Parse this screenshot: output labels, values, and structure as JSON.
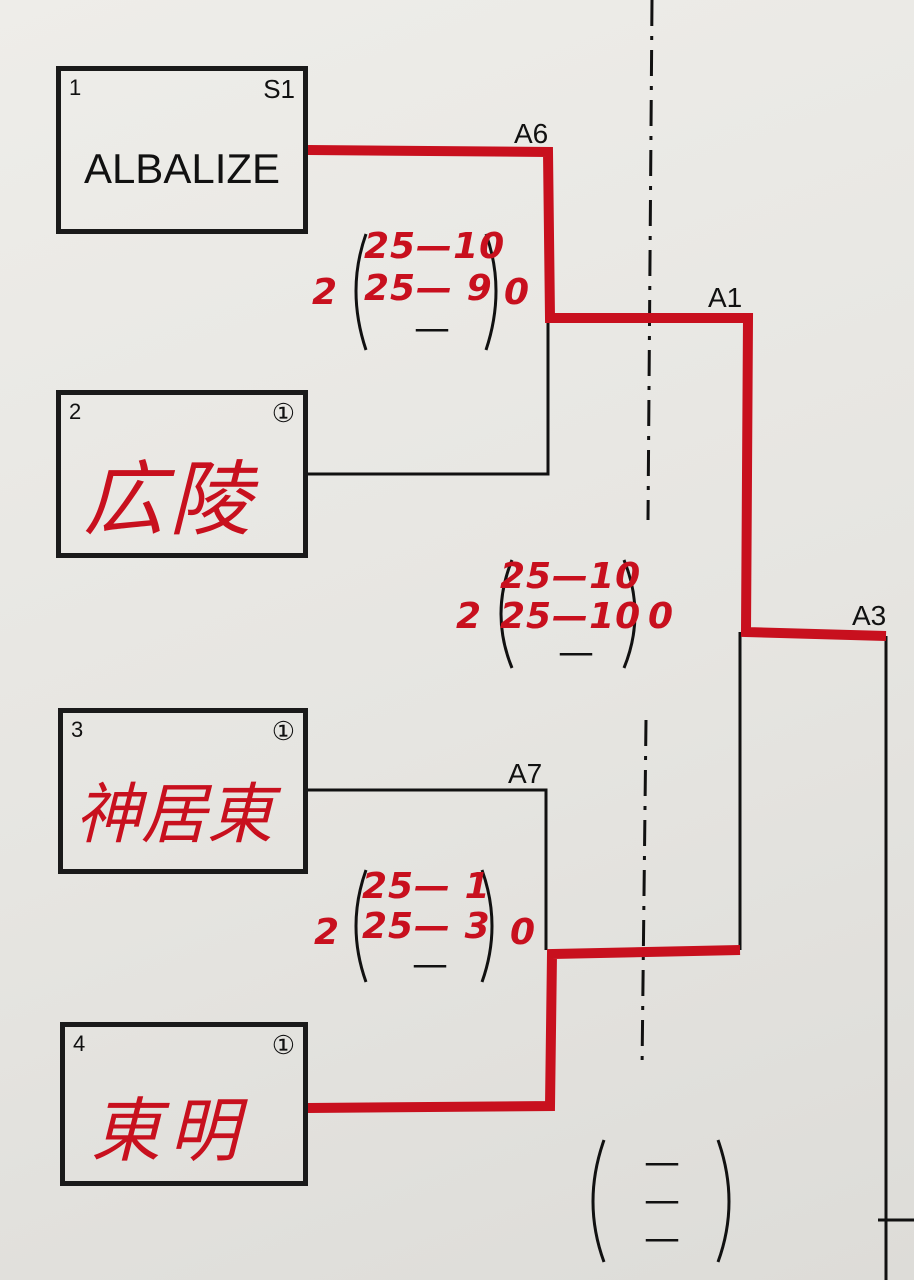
{
  "teams": [
    {
      "seed": "1",
      "mark": "S1",
      "name": "ALBALIZE"
    },
    {
      "seed": "2",
      "mark": "①",
      "name": "広陵"
    },
    {
      "seed": "3",
      "mark": "①",
      "name": "神居東"
    },
    {
      "seed": "4",
      "mark": "①",
      "name": "東明"
    }
  ],
  "matches": {
    "a6": {
      "label": "A6",
      "winner_sets": "2",
      "loser_sets": "0",
      "sets": [
        "25—10",
        "25— 9",
        "—"
      ]
    },
    "a7": {
      "label": "A7",
      "winner_sets": "2",
      "loser_sets": "0",
      "sets": [
        "25— 1",
        "25— 3",
        "—"
      ]
    },
    "a1": {
      "label": "A1",
      "winner_sets": "2",
      "loser_sets": "0",
      "sets": [
        "25—10",
        "25—10",
        "—"
      ]
    },
    "a3": {
      "label": "A3",
      "sets": [
        "—",
        "—",
        "—"
      ]
    }
  },
  "colors": {
    "ink": "#111111",
    "winner_path": "#c8101e",
    "paper": "#e9e8e4"
  }
}
